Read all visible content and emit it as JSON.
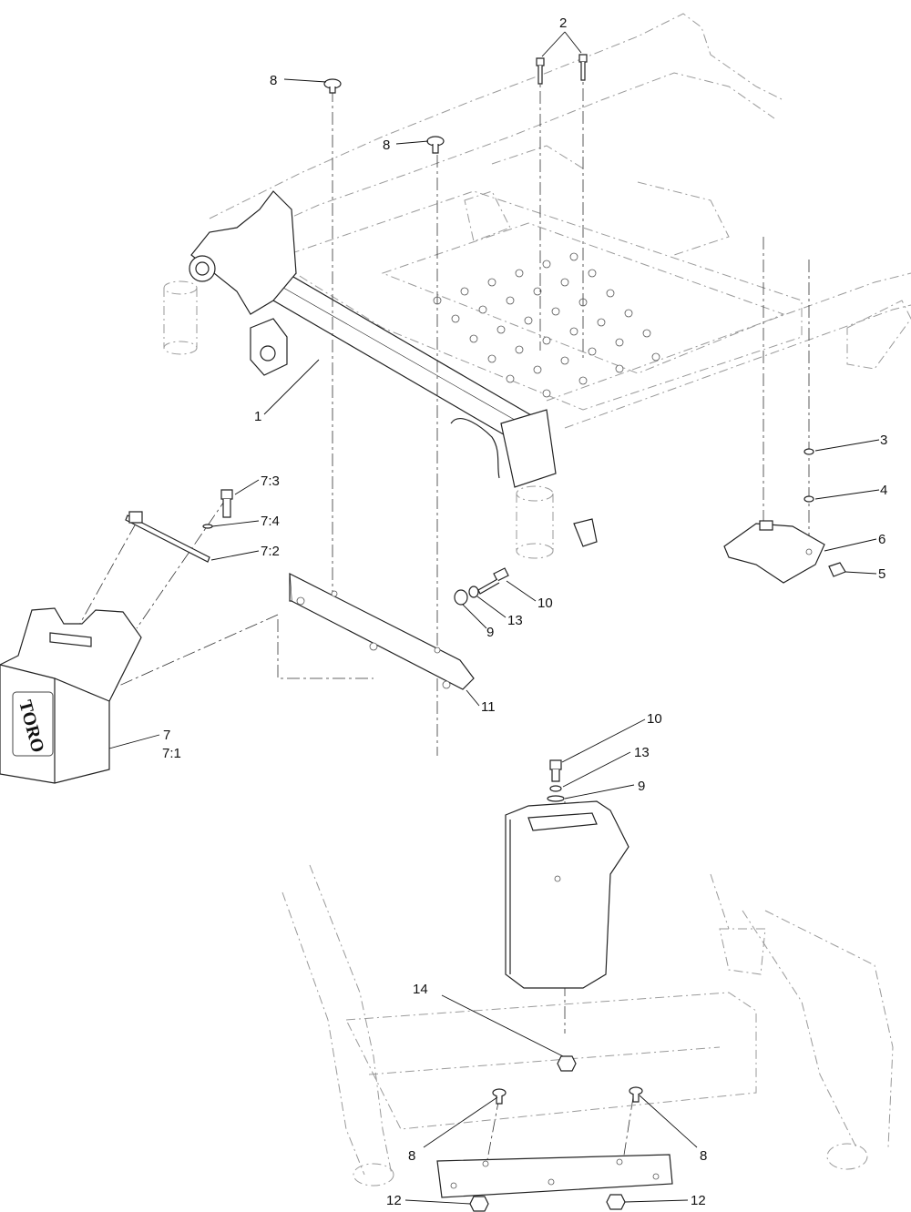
{
  "callouts": {
    "c1": "1",
    "c2": "2",
    "c3": "3",
    "c4": "4",
    "c5": "5",
    "c6": "6",
    "c7": "7",
    "c7_1": "7:1",
    "c7_2": "7:2",
    "c7_3": "7:3",
    "c7_4": "7:4",
    "c8_top_left": "8",
    "c8_top_mid": "8",
    "c8_bottom_left": "8",
    "c8_bottom_right": "8",
    "c9_upper": "9",
    "c9_lower": "9",
    "c10_upper": "10",
    "c10_lower": "10",
    "c11": "11",
    "c12_left": "12",
    "c12_right": "12",
    "c13_upper": "13",
    "c13_lower": "13",
    "c14": "14"
  },
  "logo_text": "TORO"
}
